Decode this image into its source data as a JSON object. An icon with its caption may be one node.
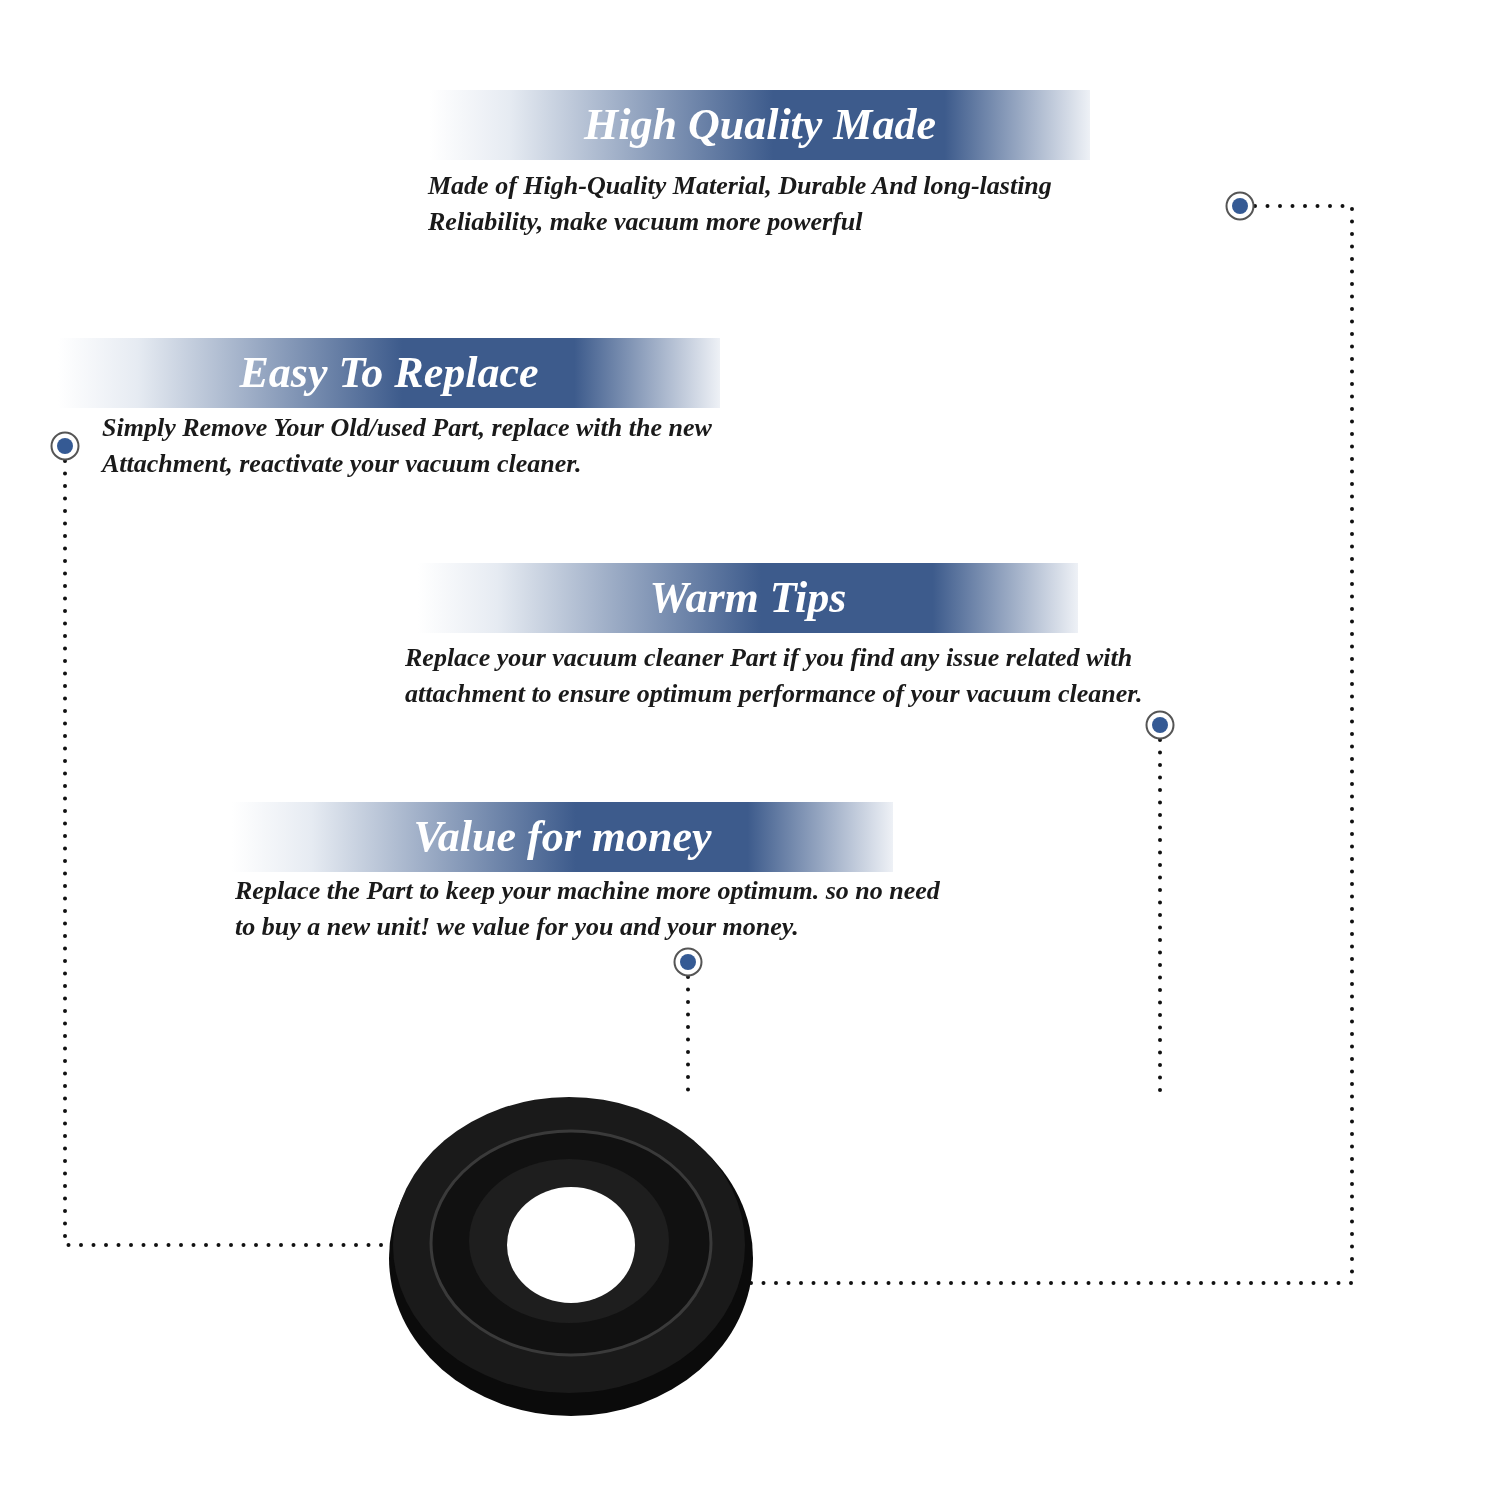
{
  "diagram": {
    "nodes": [
      {
        "text": [
          "High Quality Made"
        ],
        "beside": [
          "Made of High-Quality Material, Durable And long-lasting Reliability, make vacuum more powerful"
        ]
      },
      {
        "text": [
          "Easy To Replace"
        ],
        "beside": [
          "Simply Remove Your Old/used Part, replace with the new Attachment, reactivate your vacuum cleaner."
        ]
      },
      {
        "text": [
          "Warm Tips"
        ],
        "beside": [
          "Replace your vacuum cleaner Part if you find any issue related with attachment to ensure optimum performance of your vacuum cleaner."
        ]
      },
      {
        "text": [
          "Value for money"
        ],
        "beside": [
          "Replace the Part to keep your machine more optimum. so no need to buy a new unit! we value for you and your money."
        ]
      },
      {
        "text": [],
        "shape": "circle"
      },
      {
        "text": [],
        "shape": "circle"
      },
      {
        "text": [],
        "shape": "circle"
      },
      {
        "text": [],
        "shape": "circle"
      },
      {
        "text": [],
        "shape": "picture"
      }
    ],
    "edges": [
      {
        "from": 4,
        "to": 8,
        "arrow": "none",
        "style": "dashed"
      },
      {
        "from": 5,
        "to": 8,
        "arrow": "none",
        "style": "dashed"
      },
      {
        "from": 6,
        "to": null,
        "arrow": "none",
        "style": "dashed"
      },
      {
        "from": 7,
        "to": 8,
        "arrow": "none",
        "style": "dashed"
      }
    ]
  }
}
